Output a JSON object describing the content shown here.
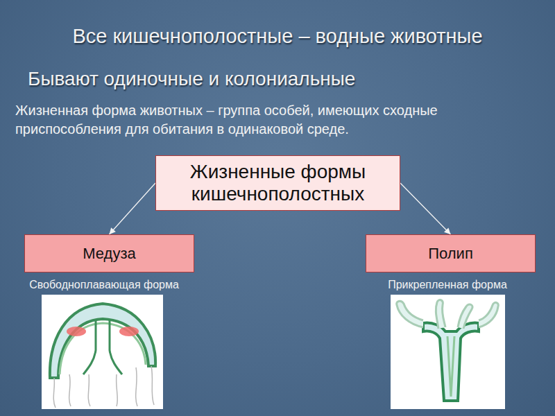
{
  "diagram": {
    "title": "Все кишечнополостные – водные животные",
    "nodes": [
      {
        "text": [
          "Жизненные формы кишечнополостных"
        ]
      },
      {
        "text": [
          "Медуза"
        ]
      },
      {
        "text": [
          "Полип"
        ]
      }
    ],
    "edges": [
      {
        "from": 0,
        "to": 1,
        "arrow": "to"
      },
      {
        "from": 0,
        "to": 2,
        "arrow": "to"
      }
    ],
    "labels": [
      "Бывают одиночные и колониальные",
      "Жизненная форма животных – группа особей, имеющих сходные приспособления для обитания в одинаковой среде.",
      "Свободноплавающая форма",
      "Прикрепленная форма"
    ]
  }
}
